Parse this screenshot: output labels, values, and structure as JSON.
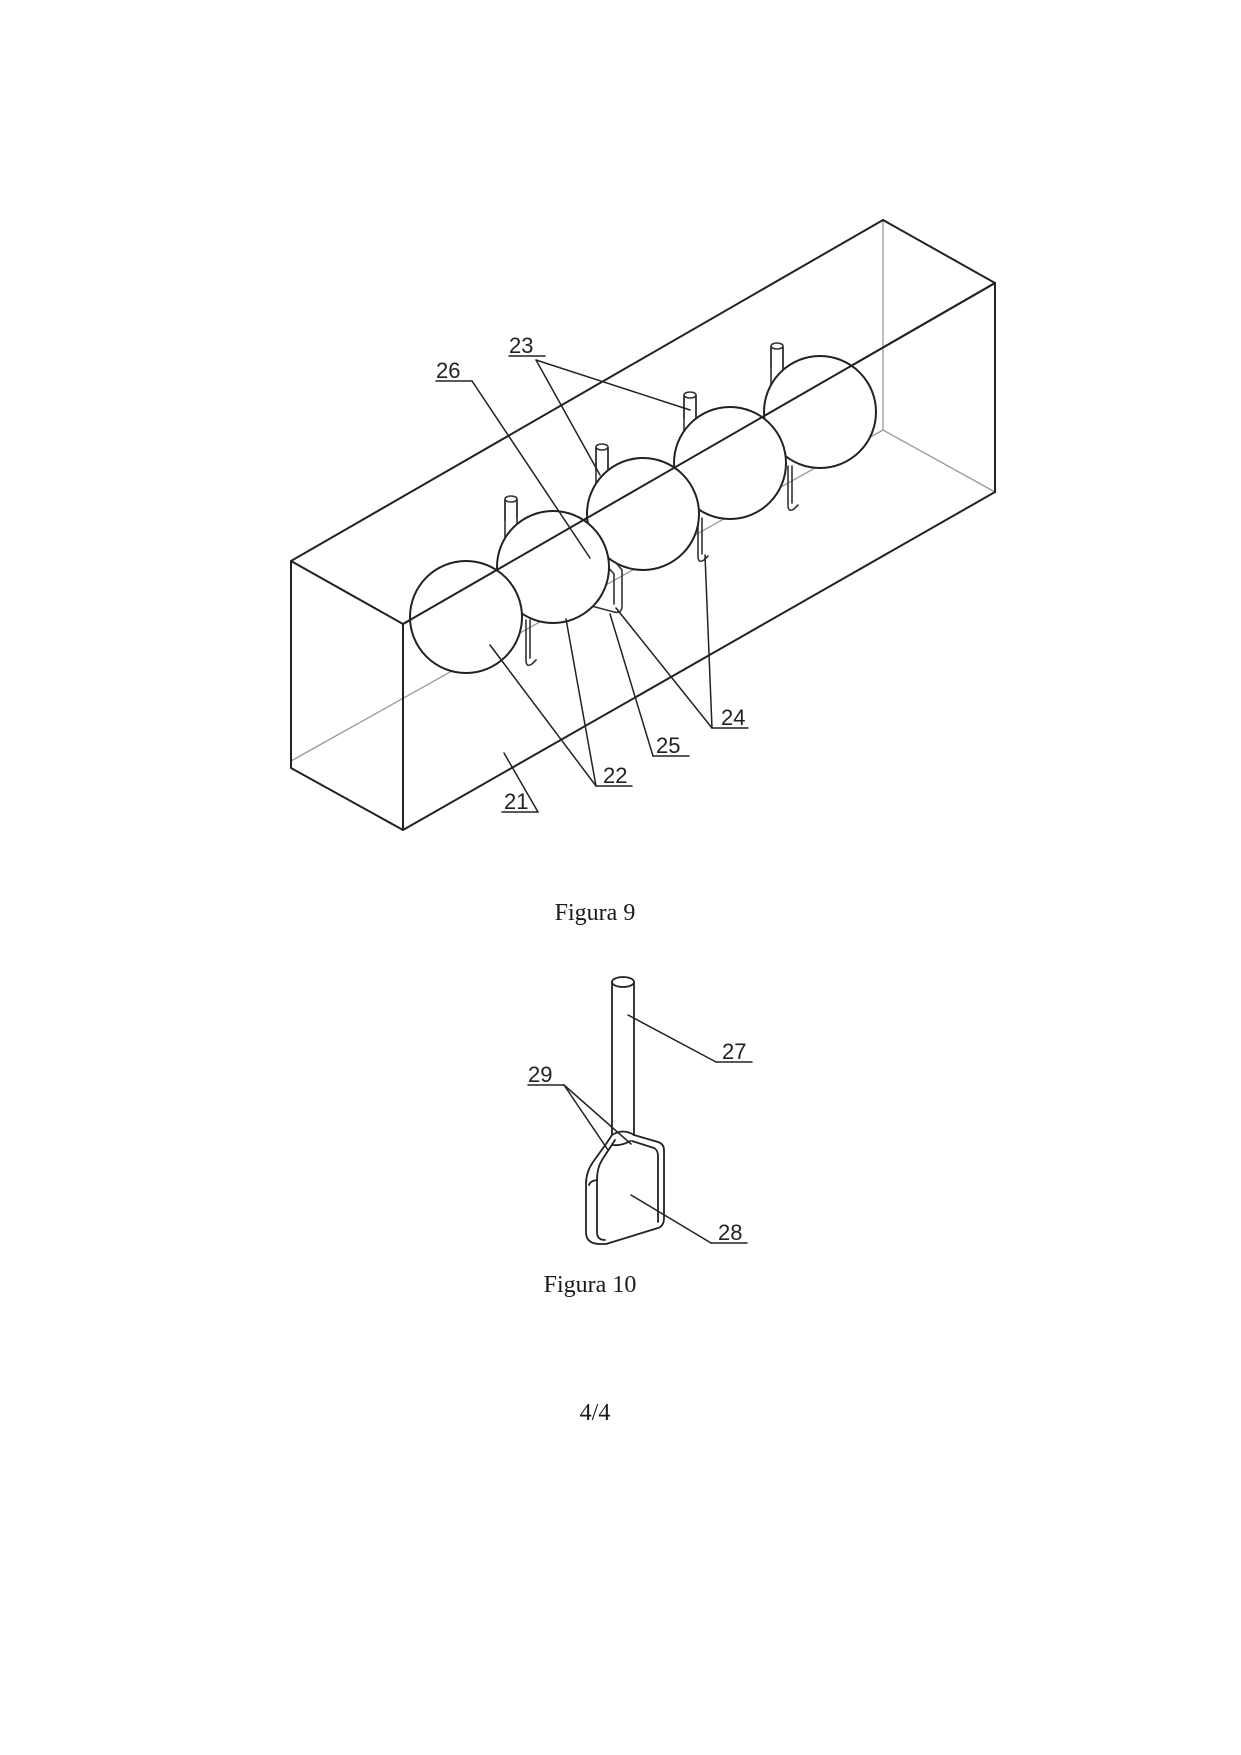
{
  "figure9": {
    "caption": "Figura 9",
    "labels": {
      "l21": "21",
      "l22": "22",
      "l23": "23",
      "l24": "24",
      "l25": "25",
      "l26": "26"
    }
  },
  "figure10": {
    "caption": "Figura 10",
    "labels": {
      "l27": "27",
      "l28": "28",
      "l29": "29"
    }
  },
  "page_number": "4/4"
}
